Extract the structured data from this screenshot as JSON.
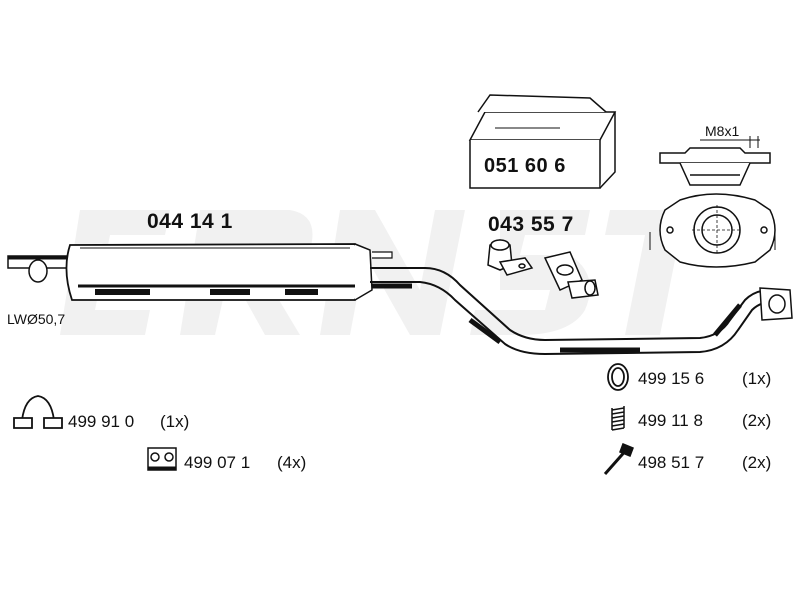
{
  "parts": {
    "muffler": "044 14 1",
    "connector": "043 55 7",
    "kit_box": "051 60 6"
  },
  "labels": {
    "lw": "LWØ50,7",
    "thread": "M8x1"
  },
  "components": [
    {
      "number": "499 91 0",
      "qty": "(1x)",
      "icon": "clamp-icon"
    },
    {
      "number": "499 07 1",
      "qty": "(4x)",
      "icon": "rubber-hanger-icon"
    },
    {
      "number": "499 15 6",
      "qty": "(1x)",
      "icon": "gasket-ring-icon"
    },
    {
      "number": "499 11 8",
      "qty": "(2x)",
      "icon": "spring-icon"
    },
    {
      "number": "498 51 7",
      "qty": "(2x)",
      "icon": "bolt-icon"
    }
  ],
  "watermark": "ERNST"
}
